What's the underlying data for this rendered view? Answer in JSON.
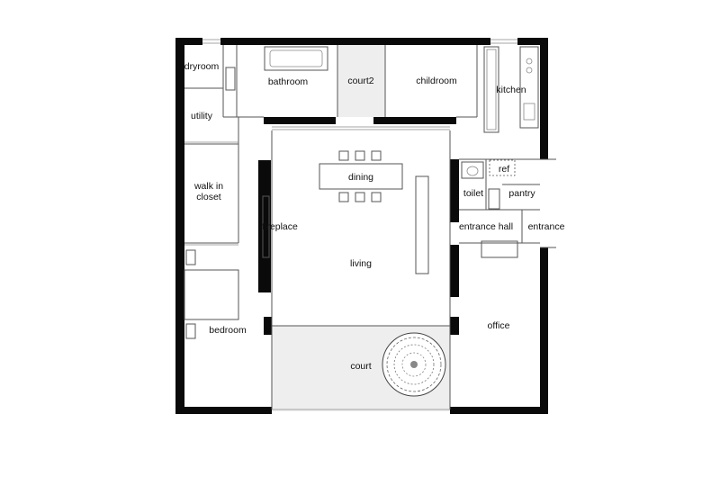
{
  "rooms": {
    "dryroom": "dryroom",
    "bathroom": "bathroom",
    "court2": "court2",
    "childroom": "childroom",
    "kitchen": "kitchen",
    "utility": "utility",
    "walk_in_closet_line1": "walk in",
    "walk_in_closet_line2": "closet",
    "dining": "dining",
    "ref": "ref",
    "toilet": "toilet",
    "pantry": "pantry",
    "fireplace": "fireplace",
    "entrance_hall": "entrance hall",
    "entrance": "entrance",
    "living": "living",
    "office": "office",
    "bedroom": "bedroom",
    "court": "court"
  },
  "colors": {
    "wall": "#0a0a0a",
    "court_fill": "#eeeeee",
    "line": "#555555"
  }
}
